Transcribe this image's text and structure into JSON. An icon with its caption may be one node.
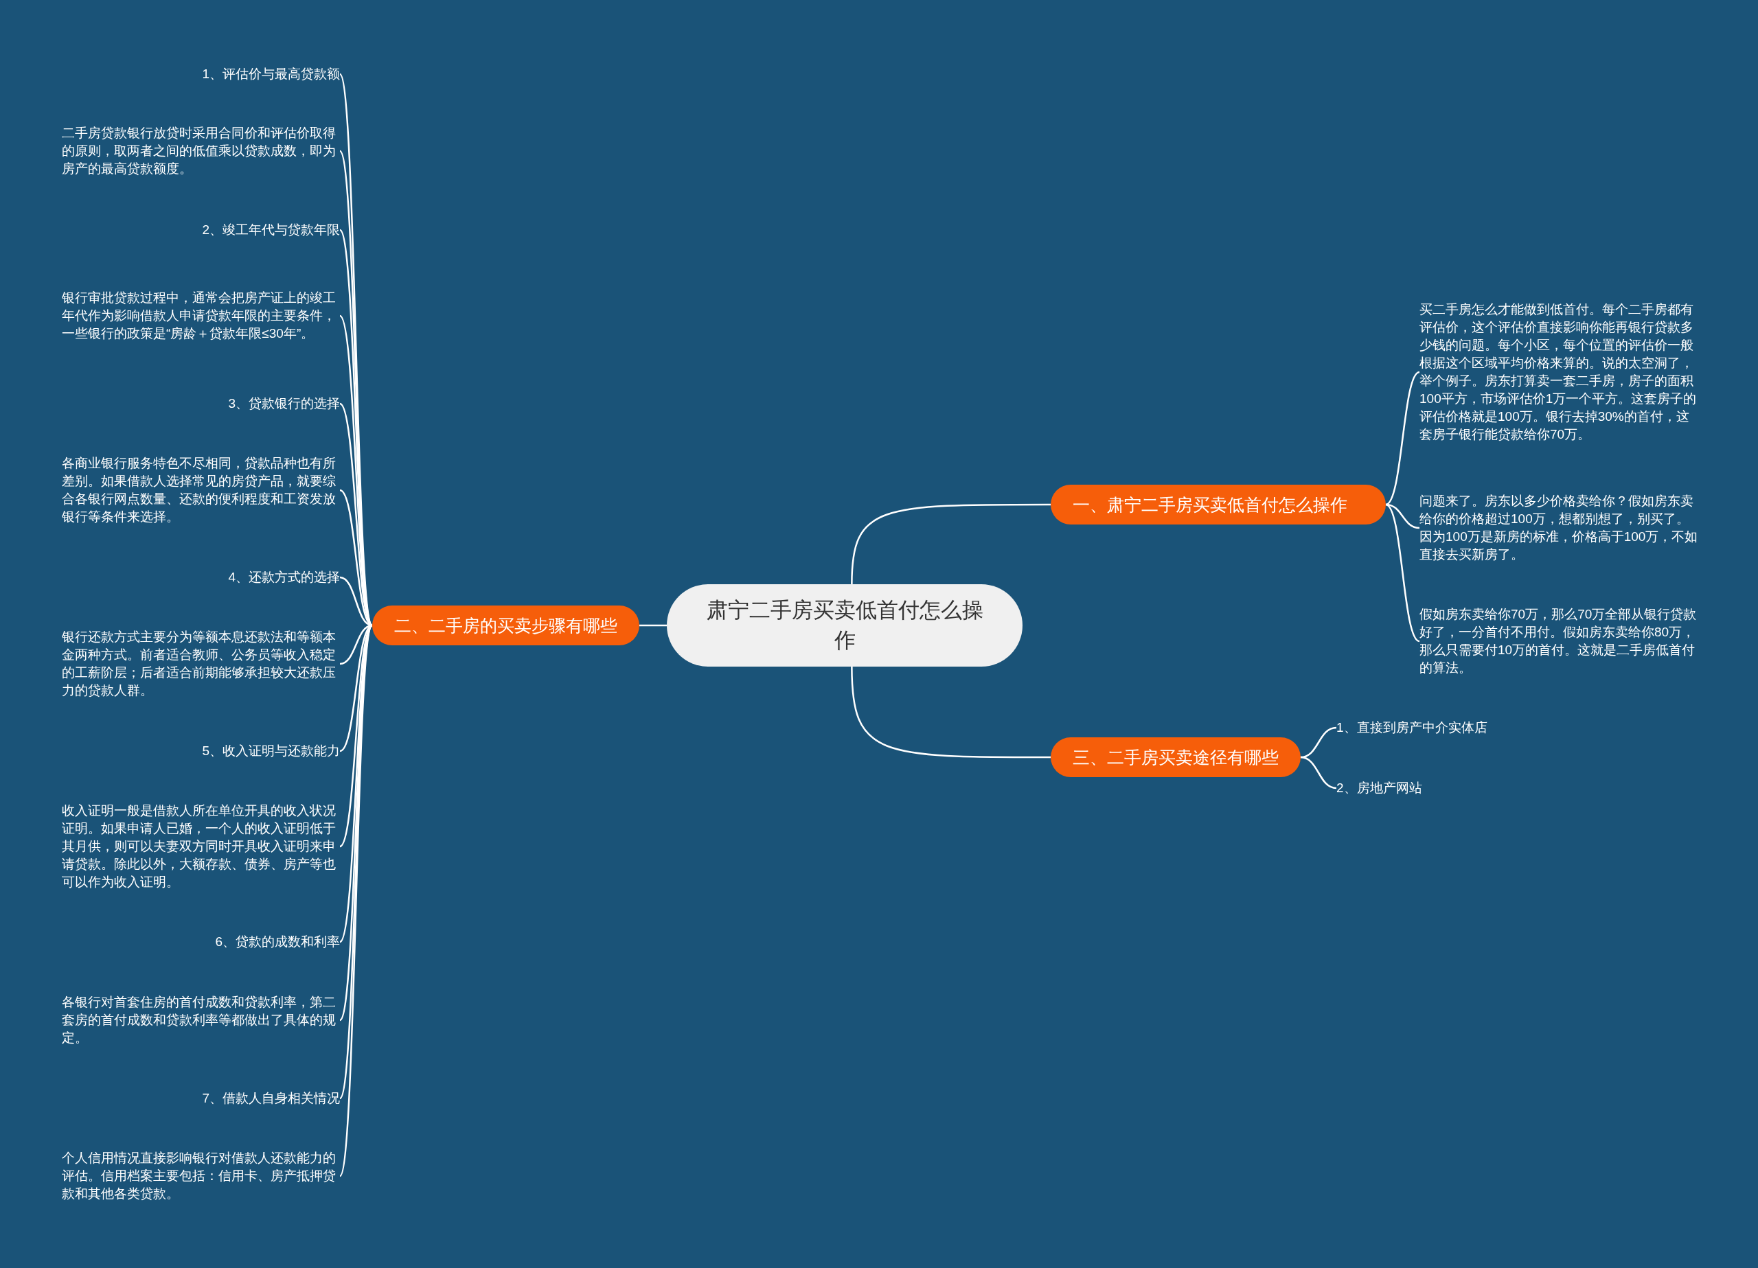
{
  "diagram": {
    "nodes": [
      {
        "text": [
          "肃宁二手房买卖低首付怎么操作"
        ]
      },
      {
        "text": [
          "一、肃宁二手房买卖低首付怎么操作"
        ]
      },
      {
        "text": [
          "买二手房怎么才能做到低首付。每个二手房都有评估价，这个评估价直接影响你能再银行贷款多少钱的问题。每个小区，每个位置的评估价一般根据这个区域平均价格来算的。说的太空洞了，举个例子。房东打算卖一套二手房，房子的面积100平方，市场评估价1万一个平方。这套房子的评估价格就是100万。银行去掉30%的首付，这套房子银行能贷款给你70万。"
        ]
      },
      {
        "text": [
          "问题来了。房东以多少价格卖给你？假如房东卖给你的价格超过100万，想都别想了，别买了。因为100万是新房的标准，价格高于100万，不如直接去买新房了。"
        ]
      },
      {
        "text": [
          "假如房东卖给你70万，那么70万全部从银行贷款好了，一分首付不用付。假如房东卖给你80万，那么只需要付10万的首付。这就是二手房低首付的算法。"
        ]
      },
      {
        "text": [
          "二、二手房的买卖步骤有哪些"
        ]
      },
      {
        "text": [
          "1、评估价与最高贷款额"
        ]
      },
      {
        "text": [
          "二手房贷款银行放贷时采用合同价和评估价取得的原则，取两者之间的低值乘以贷款成数，即为房产的最高贷款额度。"
        ]
      },
      {
        "text": [
          "2、竣工年代与贷款年限"
        ]
      },
      {
        "text": [
          "银行审批贷款过程中，通常会把房产证上的竣工年代作为影响借款人申请贷款年限的主要条件，一些银行的政策是“房龄＋贷款年限≤30年”。"
        ]
      },
      {
        "text": [
          "3、贷款银行的选择"
        ]
      },
      {
        "text": [
          "各商业银行服务特色不尽相同，贷款品种也有所差别。如果借款人选择常见的房贷产品，就要综合各银行网点数量、还款的便利程度和工资发放银行等条件来选择。"
        ]
      },
      {
        "text": [
          "4、还款方式的选择"
        ]
      },
      {
        "text": [
          "银行还款方式主要分为等额本息还款法和等额本金两种方式。前者适合教师、公务员等收入稳定的工薪阶层；后者适合前期能够承担较大还款压力的贷款人群。"
        ]
      },
      {
        "text": [
          "5、收入证明与还款能力"
        ]
      },
      {
        "text": [
          "收入证明一般是借款人所在单位开具的收入状况证明。如果申请人已婚，一个人的收入证明低于其月供，则可以夫妻双方同时开具收入证明来申请贷款。除此以外，大额存款、债券、房产等也可以作为收入证明。"
        ]
      },
      {
        "text": [
          "6、贷款的成数和利率"
        ]
      },
      {
        "text": [
          "各银行对首套住房的首付成数和贷款利率，第二套房的首付成数和贷款利率等都做出了具体的规定。"
        ]
      },
      {
        "text": [
          "7、借款人自身相关情况"
        ]
      },
      {
        "text": [
          "个人信用情况直接影响银行对借款人还款能力的评估。信用档案主要包括：信用卡、房产抵押贷款和其他各类贷款。"
        ]
      },
      {
        "text": [
          "三、二手房买卖途径有哪些"
        ]
      },
      {
        "text": [
          "1、直接到房产中介实体店"
        ]
      },
      {
        "text": [
          "2、房地产网站"
        ]
      }
    ],
    "edges": [
      {
        "from": 0,
        "to": 1,
        "arrow": "none"
      },
      {
        "from": 1,
        "to": 2,
        "arrow": "none"
      },
      {
        "from": 1,
        "to": 3,
        "arrow": "none"
      },
      {
        "from": 1,
        "to": 4,
        "arrow": "none"
      },
      {
        "from": 0,
        "to": 5,
        "arrow": "none"
      },
      {
        "from": 5,
        "to": 6,
        "arrow": "none"
      },
      {
        "from": 5,
        "to": 7,
        "arrow": "none"
      },
      {
        "from": 5,
        "to": 8,
        "arrow": "none"
      },
      {
        "from": 5,
        "to": 9,
        "arrow": "none"
      },
      {
        "from": 5,
        "to": 10,
        "arrow": "none"
      },
      {
        "from": 5,
        "to": 11,
        "arrow": "none"
      },
      {
        "from": 5,
        "to": 12,
        "arrow": "none"
      },
      {
        "from": 5,
        "to": 13,
        "arrow": "none"
      },
      {
        "from": 5,
        "to": 14,
        "arrow": "none"
      },
      {
        "from": 5,
        "to": 15,
        "arrow": "none"
      },
      {
        "from": 5,
        "to": 16,
        "arrow": "none"
      },
      {
        "from": 5,
        "to": 17,
        "arrow": "none"
      },
      {
        "from": 5,
        "to": 18,
        "arrow": "none"
      },
      {
        "from": 5,
        "to": 19,
        "arrow": "none"
      },
      {
        "from": 0,
        "to": 20,
        "arrow": "none"
      },
      {
        "from": 20,
        "to": 21,
        "arrow": "none"
      },
      {
        "from": 20,
        "to": 22,
        "arrow": "none"
      }
    ]
  }
}
